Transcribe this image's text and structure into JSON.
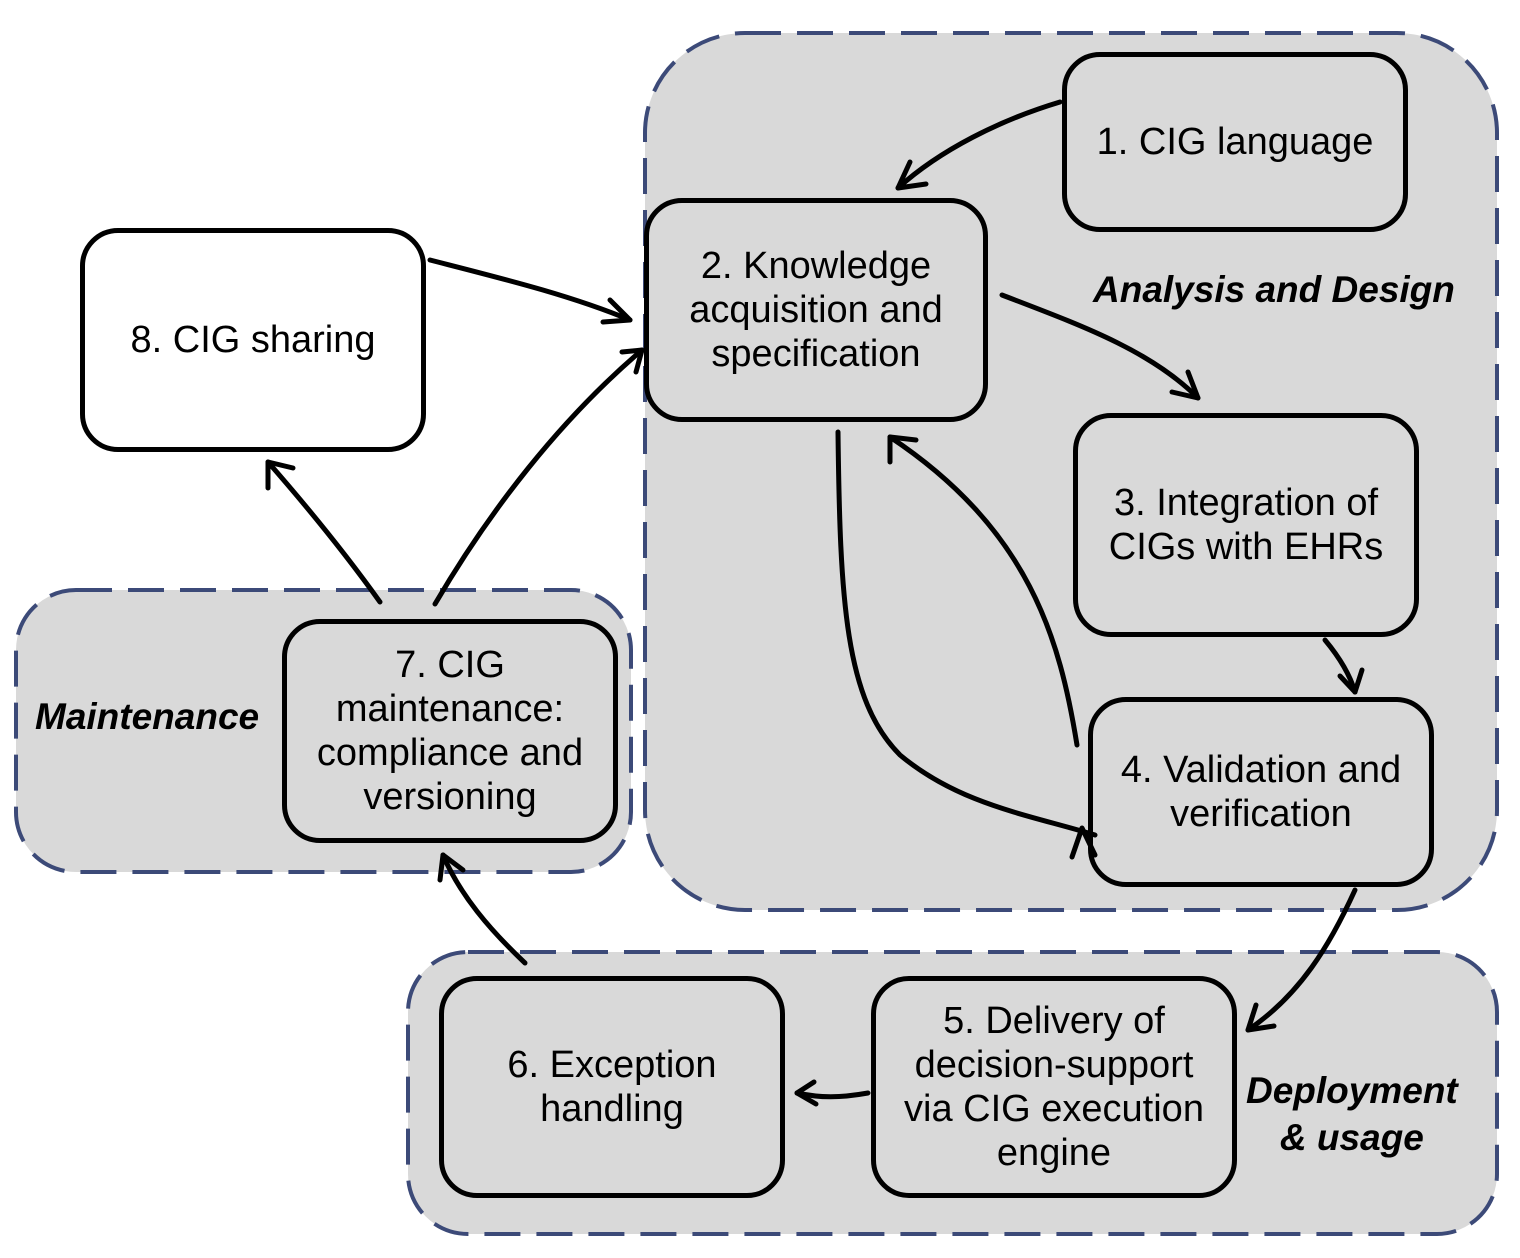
{
  "regions": {
    "analysis": "Analysis and Design",
    "maintenance": "Maintenance",
    "deployment": "Deployment\n& usage"
  },
  "boxes": {
    "b1": "1. CIG language",
    "b2": "2. Knowledge\nacquisition and\nspecification",
    "b3": "3. Integration of\nCIGs with EHRs",
    "b4": "4. Validation and\nverification",
    "b5": "5. Delivery of\ndecision-support\nvia CIG execution\nengine",
    "b6": "6. Exception\nhandling",
    "b7": "7. CIG\nmaintenance:\ncompliance and\nversioning",
    "b8": "8. CIG sharing"
  },
  "colors": {
    "region_fill": "#d9d9d9",
    "region_border": "#3c4a78",
    "box_border": "#000000",
    "arrow": "#000000"
  }
}
